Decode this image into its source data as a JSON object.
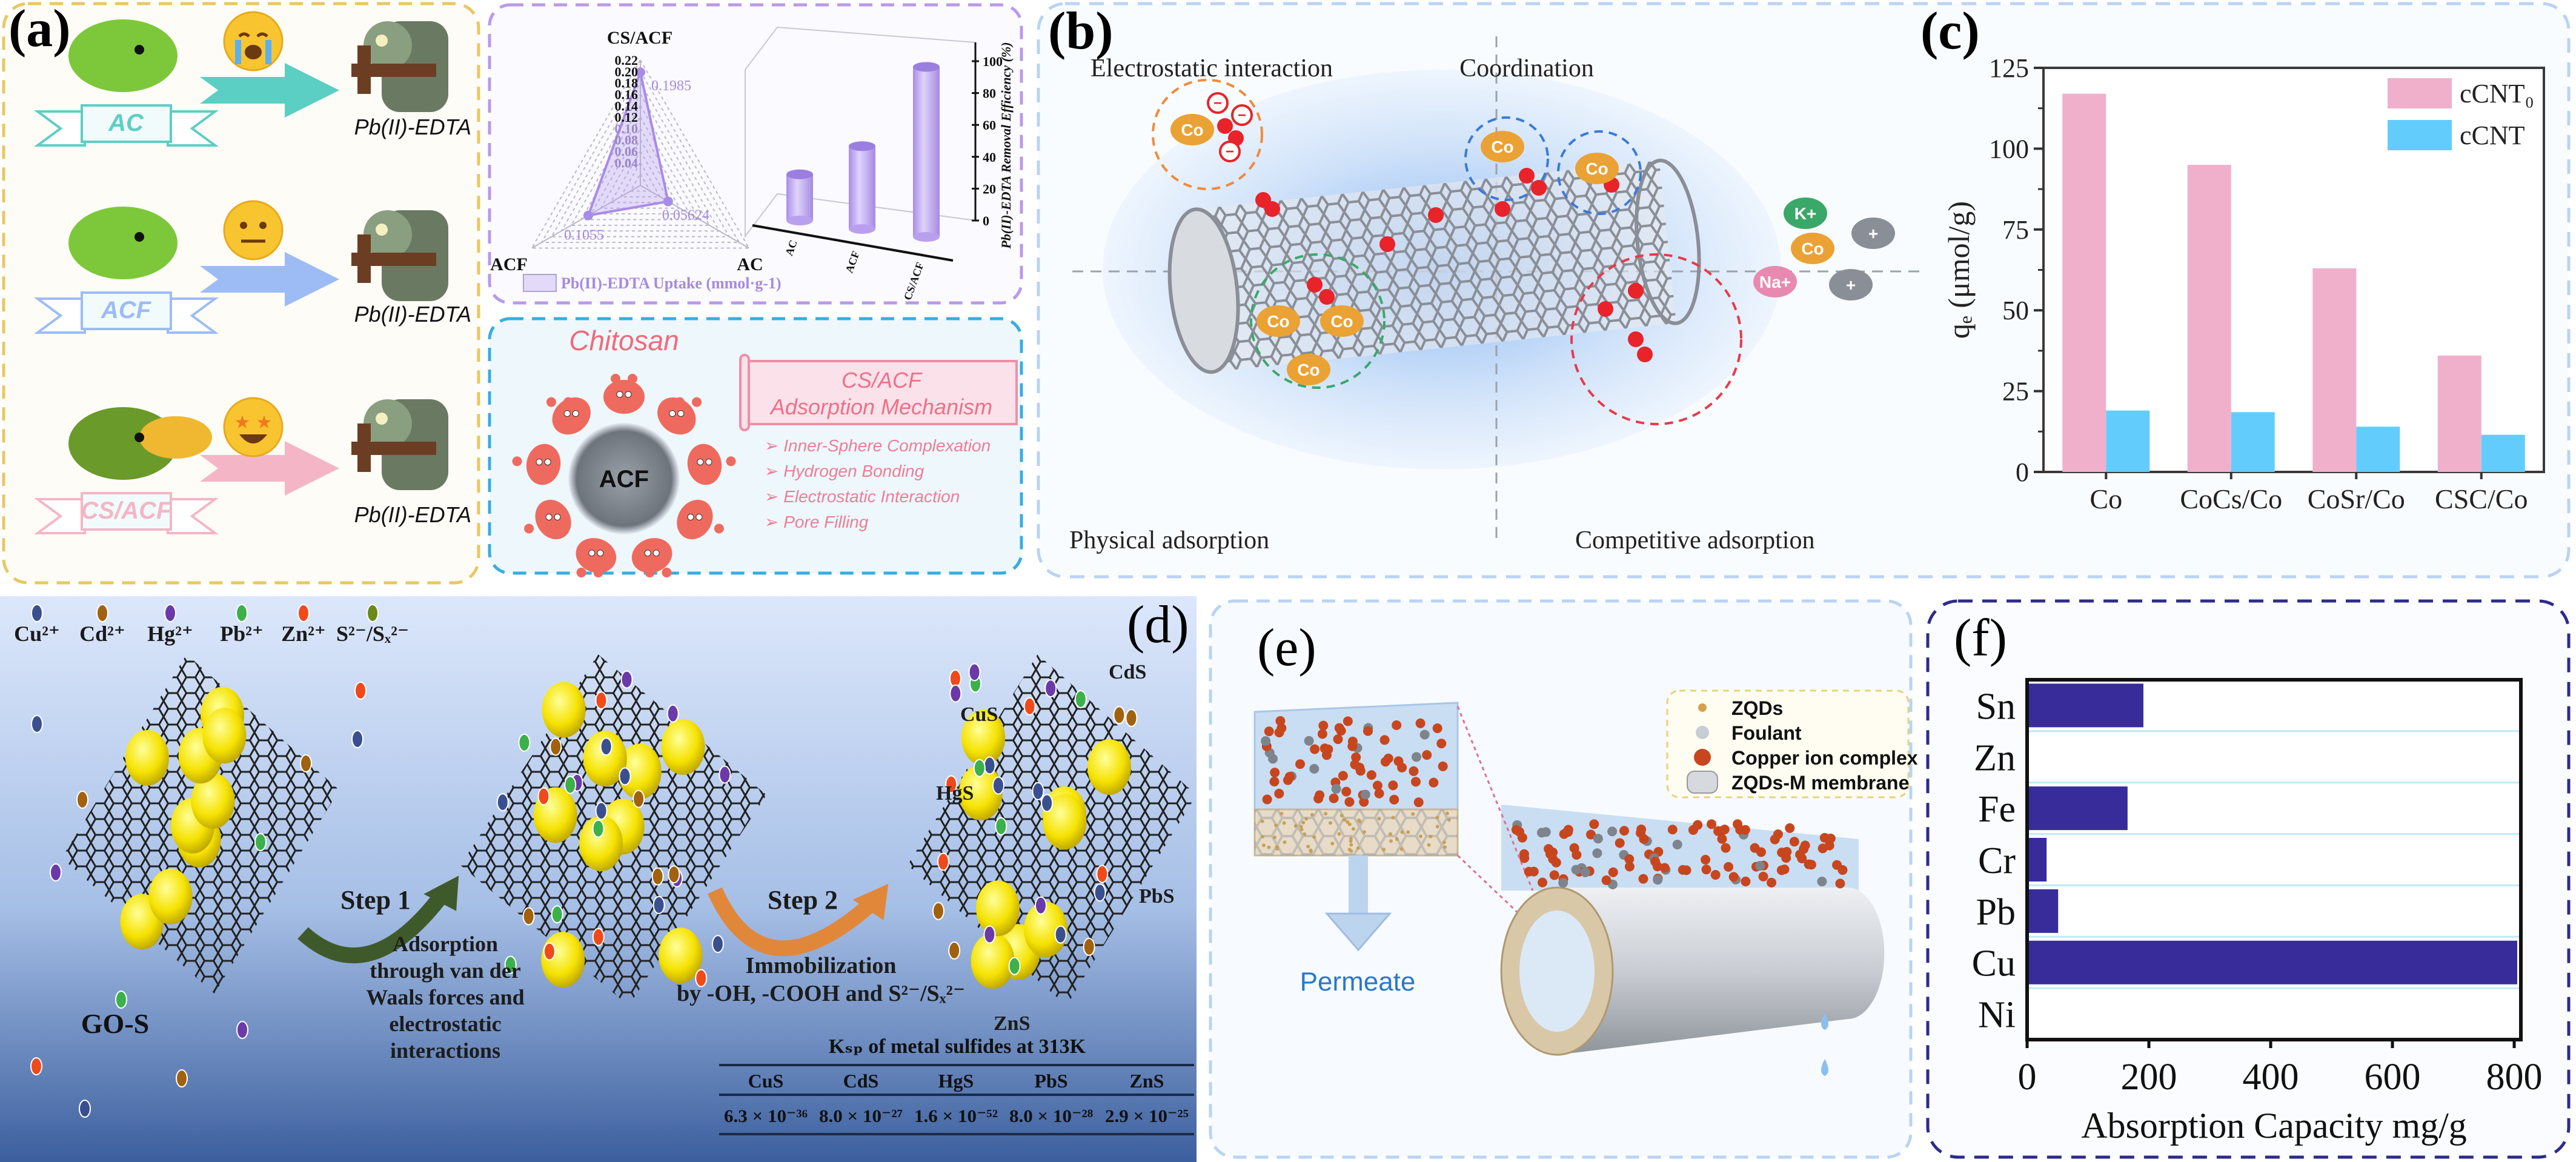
{
  "panel_a": {
    "label": "(a)",
    "rows": [
      {
        "adsorbent": "AC",
        "target": "Pb(II)-EDTA",
        "emoji_icon": "crying-face-icon",
        "color": "#5ccfc4"
      },
      {
        "adsorbent": "ACF",
        "target": "Pb(II)-EDTA",
        "emoji_icon": "neutral-face-icon",
        "color": "#9dbcf5"
      },
      {
        "adsorbent": "CS/ACF",
        "target": "Pb(II)-EDTA",
        "emoji_icon": "star-struck-face-icon",
        "color": "#f4b6c6"
      }
    ],
    "mechanism": {
      "chitosan_label": "Chitosan",
      "core_label": "ACF",
      "title_line1": "CS/ACF",
      "title_line2": "Adsorption Mechanism",
      "items": [
        "Inner-Sphere Complexation",
        "Hydrogen Bonding",
        "Electrostatic Interaction",
        "Pore Filling"
      ]
    }
  },
  "panel_b": {
    "label": "(b)",
    "quadrants": [
      "Electrostatic interaction",
      "Coordination",
      "Physical adsorption",
      "Competitive adsorption"
    ],
    "ions": {
      "co": "Co",
      "k": "K+",
      "na": "Na+",
      "plus": "+"
    }
  },
  "panel_c": {
    "label": "(c)"
  },
  "panel_d": {
    "label": "(d)",
    "legend": [
      {
        "label": "Cu²⁺",
        "color": "#3a4f8f"
      },
      {
        "label": "Cd²⁺",
        "color": "#a0620f"
      },
      {
        "label": "Hg²⁺",
        "color": "#6b3aa8"
      },
      {
        "label": "Pb²⁺",
        "color": "#3cb04a"
      },
      {
        "label": "Zn²⁺",
        "color": "#f04a1a"
      },
      {
        "label": "S²⁻/Sₓ²⁻",
        "color": "#6b8a1a"
      }
    ],
    "sheet_label": "GO-S",
    "step1": {
      "label": "Step 1",
      "text": [
        "Adsorption",
        "through van der",
        "Waals forces and",
        "electrostatic",
        "interactions"
      ]
    },
    "step2": {
      "label": "Step 2",
      "text": [
        "Immobilization",
        "by -OH, -COOH and S²⁻/Sₓ²⁻"
      ]
    },
    "products": {
      "cds": "CdS",
      "cus": "CuS",
      "hgs": "HgS",
      "pbs": "PbS",
      "zns": "ZnS"
    },
    "table": {
      "title": "Kₛₚ of metal sulfides at 313K",
      "headers": [
        "CuS",
        "CdS",
        "HgS",
        "PbS",
        "ZnS"
      ],
      "values": [
        "6.3 × 10⁻³⁶",
        "8.0 × 10⁻²⁷",
        "1.6 × 10⁻⁵²",
        "8.0 × 10⁻²⁸",
        "2.9 × 10⁻²⁵"
      ]
    }
  },
  "panel_e": {
    "label": "(e)",
    "legend": [
      {
        "label": "ZQDs",
        "color": "#d4a24a"
      },
      {
        "label": "Foulant",
        "color": "#c8ccd4"
      },
      {
        "label": "Copper ion complex",
        "color": "#c8461e"
      },
      {
        "label": "ZQDs-M membrane",
        "color": "#d6d9de"
      }
    ],
    "permeate_label": "Permeate"
  },
  "panel_f": {
    "label": "(f)"
  },
  "chart_data": [
    {
      "id": "c",
      "type": "bar",
      "categories": [
        "Co",
        "CoCs/Co",
        "CoSr/Co",
        "CSC/Co"
      ],
      "series": [
        {
          "name": "cCNT₀",
          "values": [
            117,
            95,
            63,
            36
          ],
          "color": "#f0b0cc"
        },
        {
          "name": "cCNT",
          "values": [
            19,
            18.5,
            14,
            11.5
          ],
          "color": "#62cdfc"
        }
      ],
      "ylabel": "qₑ (μmol/g)",
      "ylim": [
        0,
        125
      ],
      "yticks": [
        0,
        25,
        50,
        75,
        100,
        125
      ],
      "legend": "top-right",
      "grid": false
    },
    {
      "id": "f",
      "type": "bar",
      "orientation": "horizontal",
      "categories": [
        "Sn",
        "Zn",
        "Fe",
        "Cr",
        "Pb",
        "Cu",
        "Ni"
      ],
      "values": [
        188,
        0,
        162,
        29,
        48,
        802,
        0
      ],
      "color": "#382c9a",
      "xlabel": "Absorption Capacity mg/g",
      "xlim": [
        0,
        810
      ],
      "xticks": [
        0,
        200,
        400,
        600,
        800
      ],
      "grid": false
    },
    {
      "id": "a-radar",
      "type": "radar",
      "axes": [
        "CS/ACF",
        "AC",
        "ACF"
      ],
      "values": [
        0.1985,
        0.05624,
        0.1055
      ],
      "value_labels": [
        "0.1985",
        "0.05624",
        "0.1055"
      ],
      "rticks": [
        "0.04",
        "0.06",
        "0.08",
        "0.10",
        "0.12",
        "0.14",
        "0.16",
        "0.18",
        "0.20",
        "0.22"
      ],
      "rlim": [
        0,
        0.22
      ],
      "series_name": "Pb(II)-EDTA Uptake (mmol·g-1)",
      "color": "#b79ff0"
    },
    {
      "id": "a-bar3d",
      "type": "bar",
      "style": "3d-cylinder",
      "categories": [
        "AC",
        "ACF",
        "CS/ACF"
      ],
      "values": [
        29,
        52,
        97
      ],
      "ylabel": "Pb(II)-EDTA Removal Efficiency (%)",
      "ylim": [
        0,
        100
      ],
      "yticks": [
        0,
        20,
        40,
        60,
        80,
        100
      ],
      "color": "#c7b2f5"
    }
  ]
}
